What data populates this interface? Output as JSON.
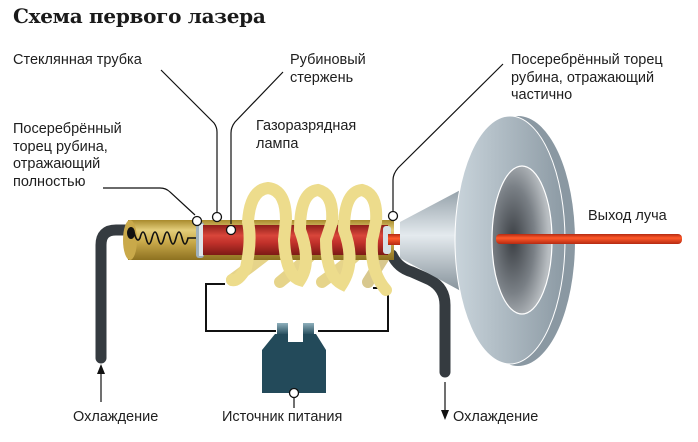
{
  "title": "Схема первого лазера",
  "labels": {
    "glass_tube": "Стеклянная трубка",
    "ruby_rod": "Рубиновый\nстержень",
    "flash_lamp": "Газоразрядная\nлампа",
    "full_mirror": "Посеребрённый\nторец рубина,\nотражающий\nполностью",
    "partial_mirror": "Посеребрённый торец\nрубина, отражающий\nчастично",
    "beam_output": "Выход луча",
    "cooling_in": "Охлаждение",
    "power_source": "Источник питания",
    "cooling_out": "Охлаждение"
  },
  "colors": {
    "tube_gold": "#c9a94a",
    "ruby_red": "#c0302a",
    "beam_red": "#e0401c",
    "lamp_yellow": "#eddc8c",
    "cooling_pipe": "#353b40",
    "reflector_gray": "#9aa8b2",
    "power_box": "#234a5a",
    "text": "#1e1e1e"
  }
}
